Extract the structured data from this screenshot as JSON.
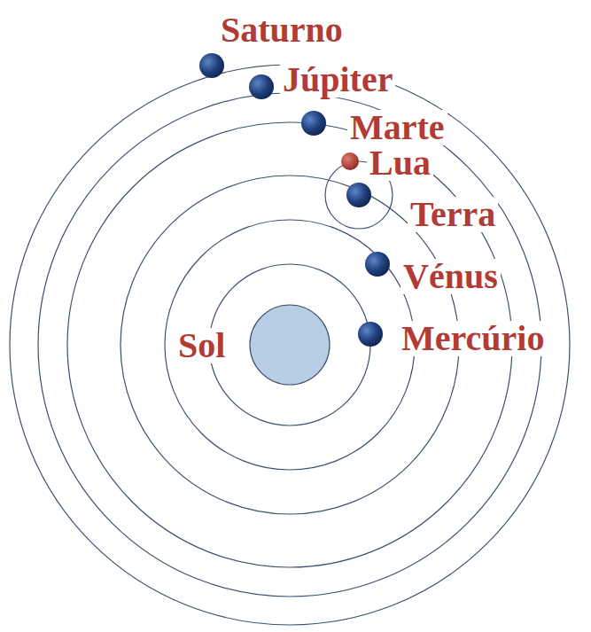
{
  "diagram": {
    "labels": [
      "Saturno",
      "Júpiter",
      "Marte",
      "Lua",
      "Terra",
      "Vénus",
      "Sol",
      "Mercúrio"
    ]
  }
}
